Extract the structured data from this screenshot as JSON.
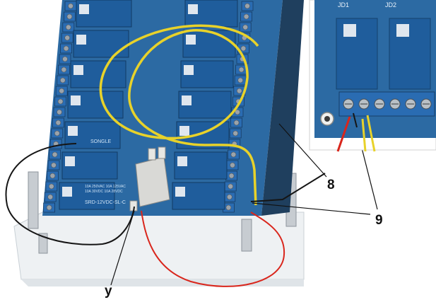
{
  "photo": {
    "board_color": "#2c6aa3",
    "relay_color": "#1f5d9c",
    "terminal_color": "#2a6cb2",
    "wire_colors": {
      "yellow": "#e8d22a",
      "black": "#151515",
      "red": "#d9261c"
    },
    "relay_print": {
      "brand": "SONGLE",
      "model": "SRD-12VDC-SL-C",
      "rating_1": "10A 250VAC 10A 125VAC",
      "rating_2": "10A 30VDC 10A 28VDC"
    },
    "inset_labels": [
      "JD1",
      "JD2"
    ]
  },
  "callouts": {
    "label_8": "8",
    "label_9": "9",
    "label_y": "y"
  }
}
